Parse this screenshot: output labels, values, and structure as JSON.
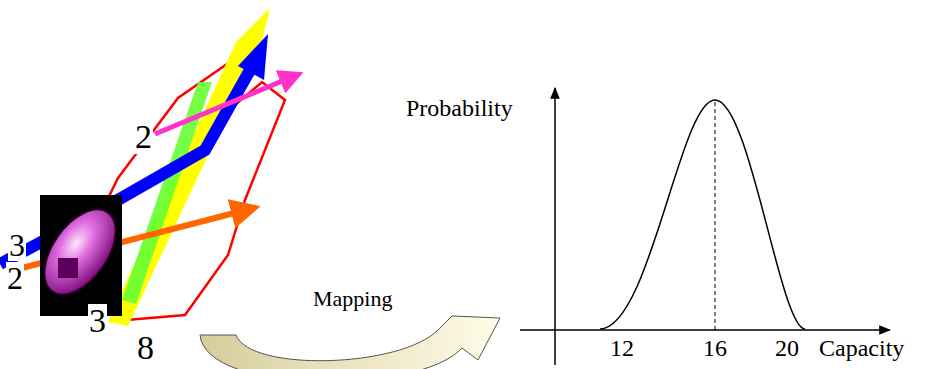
{
  "diagram": {
    "labels": [
      "2",
      "3",
      "2",
      "3",
      "8",
      "Mapping",
      "Probability",
      "12",
      "16",
      "20",
      "Capacity"
    ]
  }
}
